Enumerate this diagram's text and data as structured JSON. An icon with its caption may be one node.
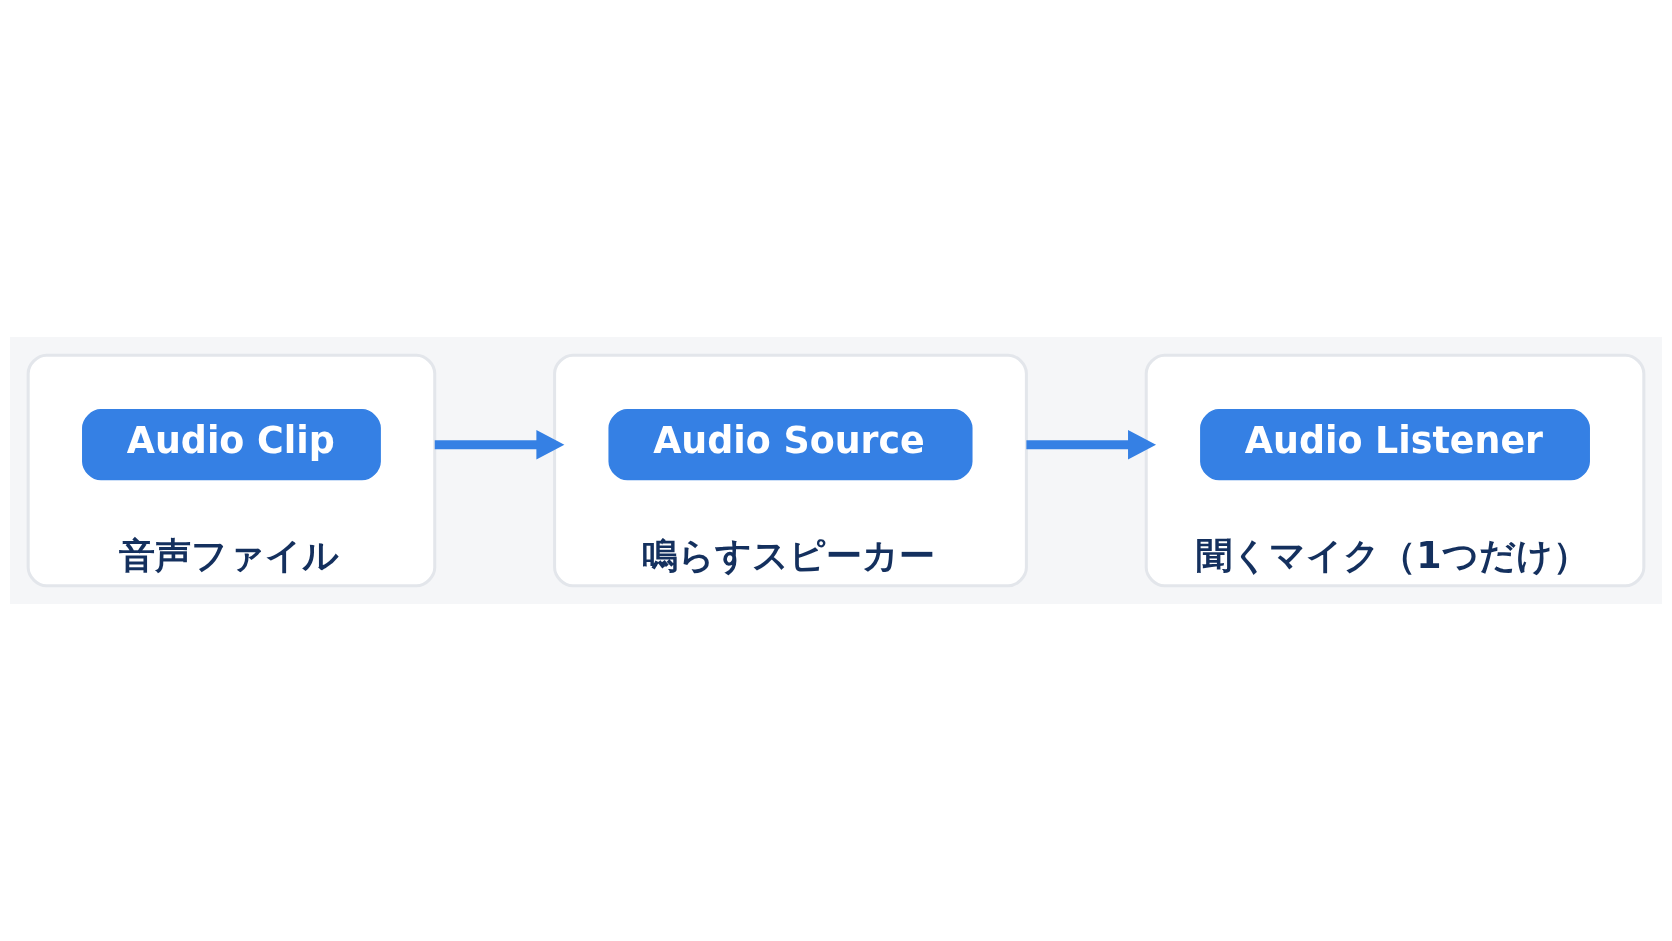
{
  "diagram": {
    "nodes": [
      {
        "text": [
          "音声ファイル"
        ]
      },
      {
        "text": [
          "Audio Clip"
        ],
        "in": 0
      },
      {
        "text": [
          "鳴らすスピーカー"
        ]
      },
      {
        "text": [
          "Audio Source"
        ],
        "in": 2
      },
      {
        "text": [
          "聞くマイク（1つだけ）"
        ]
      },
      {
        "text": [
          "Audio Listener"
        ],
        "in": 4
      }
    ],
    "edges": [
      {
        "from": 0,
        "to": 2,
        "arrow": "to"
      },
      {
        "from": 2,
        "to": 4,
        "arrow": "to"
      }
    ]
  }
}
